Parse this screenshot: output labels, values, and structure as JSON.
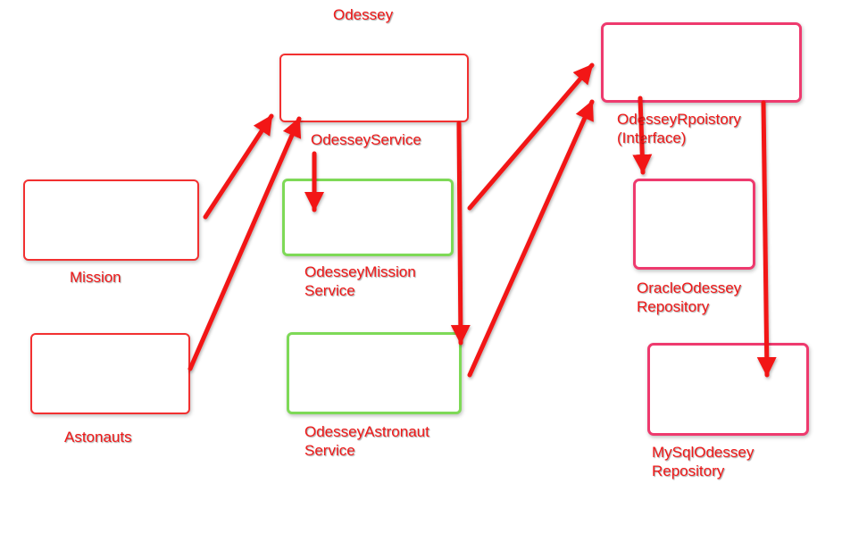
{
  "title": "Odessey",
  "nodes": {
    "mission": "Mission",
    "astronauts": "Astonauts",
    "odessey_service": "OdesseyService",
    "mission_service": [
      "OdesseyMission",
      "Service"
    ],
    "astronaut_service": [
      "OdesseyAstronaut",
      "Service"
    ],
    "repository_interface": [
      "OdesseyRpoistory",
      "(Interface)"
    ],
    "oracle_repository": [
      "OracleOdessey",
      "Repository"
    ],
    "mysql_repository": [
      "MySqlOdessey",
      "Repository"
    ]
  },
  "colors": {
    "label_text": "#f01818",
    "arrow": "#f21414",
    "box_red": "#f23030",
    "box_green": "#7ed957",
    "box_pink": "#ee3a6e"
  }
}
